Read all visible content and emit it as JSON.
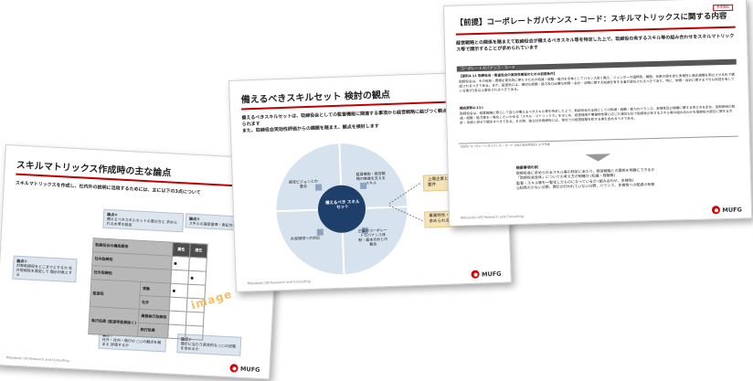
{
  "slide1": {
    "title": "スキルマトリックス作成時の主な論点",
    "lead": "スキルマトリックスを作成し、社内外の説明に活用するためには、主に以下の3点について",
    "callouts": [
      {
        "title": "論点①",
        "text": "対象取締役をどこまでとするか 社外取締役を限定して 開示対象とする"
      },
      {
        "title": "論点②",
        "text": "備えるべきスキルセットの選び方と 求められる水準の設定"
      },
      {
        "title": "論点③",
        "text": "スキルの選定基準・表記方法"
      },
      {
        "title": "論点④",
        "text": "社外・社内・執行の ○○の観点を踏まえ 評価するか"
      },
      {
        "title": "論点⑤",
        "text": "開示に当たり具体的な ○○の記載を含めるか"
      }
    ],
    "table": {
      "corner": "取締役会の構成",
      "col_header": "取締役会の構成員等",
      "cols": [
        "属性",
        "選任"
      ],
      "rows": [
        {
          "group": "社内取締役",
          "sub": ""
        },
        {
          "group": "社外取締役",
          "sub": ""
        },
        {
          "group": "監査役",
          "sub": "常勤"
        },
        {
          "group": "",
          "sub": "社外"
        },
        {
          "group": "執行役員 (監査等委員除く)",
          "sub": "業務執行取締役"
        },
        {
          "group": "",
          "sub": "執行役員"
        }
      ]
    },
    "watermark": "image",
    "footer": "Mitsubishi UFJ Research and Consulting",
    "logo_text": "MUFG"
  },
  "slide2": {
    "title": "備えるべきスキルセット 検討の観点",
    "lead": "備えるべきスキルセットは、取締役会としての監督機能に関連する事項から経営戦略に結びつく観点で検討することが求められます",
    "lead2": "また、取締役会実効性評価からの課題を踏まえ、観点を検討します",
    "center": "備えるべき スキルセット",
    "quadrants": [
      "経営ビジョンとの整合",
      "監督機能・経営戦略の推進を支えるスキル",
      "外部環境への対応",
      "企業のコーポレートガバナンス体制・基本方針との整合"
    ],
    "side_boxes": [
      "上場企業として 求められる要件",
      "事業特性・経営課題に応じて 求められる要件"
    ],
    "footer": "Mitsubishi UFJ Research and Consulting",
    "logo_text": "MUFG"
  },
  "slide3": {
    "title": "【前提】コーポレートガバナンス・コード：スキルマトリックスに関する内容",
    "tag": "参考資料",
    "lead": "経営戦略との関係を踏まえて取締役会が備えるべきスキル等を特定した上で、取締役の有するスキル等の組み合わせをスキルマトリックス等で開示することが求められています",
    "bar_head": "コーポレートガバナンス・コード",
    "principle1_title": "【原則4-11 取締役会・監査役会の実効性確保のための前提条件】",
    "principle1_text": "取締役会は、その役割・責務を実効的に果たすための知識・経験・能力を全体としてバランス良く備え、ジェンダーや国際性、職歴、年齢の面を含む多様性と適正規模を両立させる形で構成されるべきである。また、監査役には、適切な経験・能力及び必要な財務・会計・法務に関する知識を有する者が選任されるべきであり、特に、財務・会計に関する十分な知見を有している者が1名以上選任されるべきである。",
    "principle2_title": "補充原則4-11①",
    "principle2_text": "取締役会は、経営戦略に照らして自らが備えるべきスキル等を特定した上で、取締役会の全体としての知識・経験・能力のバランス、多様性及び規模に関する考え方を定め、各取締役の知識・経験・能力等を一覧化したいわゆる「スキル・マトリックス」をはじめ、経営環境や事業特性等に応じた適切な形で取締役の有するスキル等の組み合わせを取締役の選任に関する方針・手続と併せて開示すべきである。その際、独立社外取締役には、他社での経営経験を有する者を含めるべきである。",
    "source": "(出所) コーポレートガバナンス・コード (2021年6月改訂) より作成",
    "kentou_title": "検案事項の例",
    "kentou_items": [
      "取締役会に求められるスキル等の特定にあたり、経営戦略との関係を明確にできるか",
      "「取締役会全体」についての考え方が明確か (知識・経験等)",
      "監督・スキル等を一覧化したものになっているか (組み合わせ、多様性)",
      "◎知見の少ない分野、開示が行われていない分野、バランス、多様性への配慮の有無"
    ],
    "footer": "Mitsubishi UFJ Research and Consulting",
    "logo_text": "MUFG"
  },
  "colors": {
    "accent": "#c00000",
    "callout": "#dde5ef",
    "sidebox": "#f6e3b8",
    "logo_red": "#d50000"
  }
}
